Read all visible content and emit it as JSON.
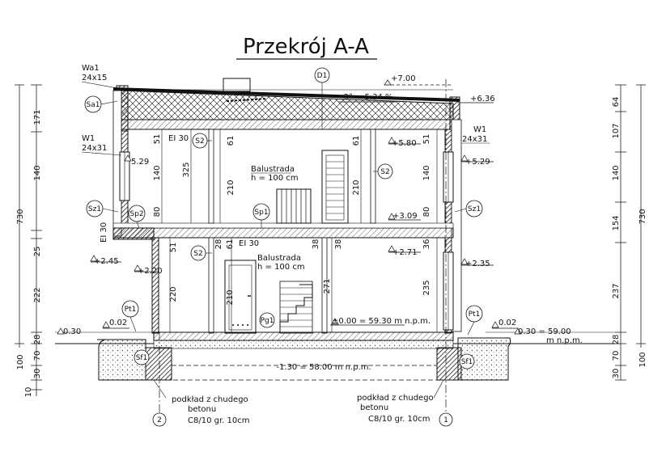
{
  "title": "Przekrój A-A",
  "roof": {
    "slope": "3° = 5.34 %",
    "ridge_level": "+7.00",
    "eave_level": "+6.36",
    "wall_top_left": "Wa1",
    "wall_top_left_size": "24x15"
  },
  "labels": {
    "sa1": "Sa1",
    "d1": "D1",
    "w1_left": "W1",
    "w1_left_size": "24x31",
    "w1_right": "W1",
    "w1_right_size": "24x31",
    "sz1_left": "Sz1",
    "sz1_right": "Sz1",
    "sp2": "Sp2",
    "sp1": "Sp1",
    "s2_upper_left": "S2",
    "s2_upper_right": "S2",
    "s2_lower": "S2",
    "pg1": "Pg1",
    "pt1_left": "Pt1",
    "pt1_right": "Pt1",
    "sf1_left": "Sf1",
    "sf1_right": "Sf1",
    "ei30_upper": "EI 30",
    "ei30_left": "EI 30",
    "ei30_lower": "EI 30",
    "axis2": "2",
    "axis1": "1"
  },
  "levels": {
    "l580": "+5.80",
    "l529_left": "5.29",
    "l529_right": "+5.29",
    "l309": "+3.09",
    "l271": "+2.71",
    "l245": "+2.45",
    "l235": "+2.35",
    "l220": "+2.20",
    "l002_left": "0.02",
    "l002_right": "0.02",
    "l030_left": "0.30",
    "l030_right": "0.30 = 59.00",
    "l030_right_unit": "m n.p.m.",
    "zero": "±0.00 = 59.30 m n.p.m.",
    "foundation": "-1.30 = 58.00 m n.p.m."
  },
  "notes": {
    "balustrada_upper": "Balustrada",
    "balustrada_upper_h": "h = 100 cm",
    "balustrada_lower": "Balustrada",
    "balustrada_lower_h": "h = 100 cm",
    "podklad_left_1": "podkład z chudego",
    "podklad_left_2": "betonu",
    "podklad_left_3": "C8/10 gr. 10cm",
    "podklad_right_1": "podkład z chudego",
    "podklad_right_2": "betonu",
    "podklad_right_3": "C8/10 gr. 10cm"
  },
  "dims_left": [
    "171",
    "140",
    "730",
    "25",
    "222",
    "28",
    "70",
    "100",
    "30",
    "10"
  ],
  "dims_right": [
    "64",
    "107",
    "140",
    "154",
    "730",
    "237",
    "28",
    "70",
    "100",
    "30"
  ],
  "dims_inner": {
    "d51_ul": "51",
    "d140_ul": "140",
    "d80_ul": "80",
    "d325": "325",
    "d61_u": "61",
    "d210_u": "210",
    "d61_ur": "61",
    "d210_ur": "210",
    "d51_ur": "51",
    "d140_ur": "140",
    "d80_ur": "80",
    "d51_ll": "51",
    "d220": "220",
    "d28": "28",
    "d61_l": "61",
    "d210_l": "210",
    "d38": "38",
    "d271": "271",
    "d36": "36",
    "d235": "235",
    "d38_b": "38"
  }
}
